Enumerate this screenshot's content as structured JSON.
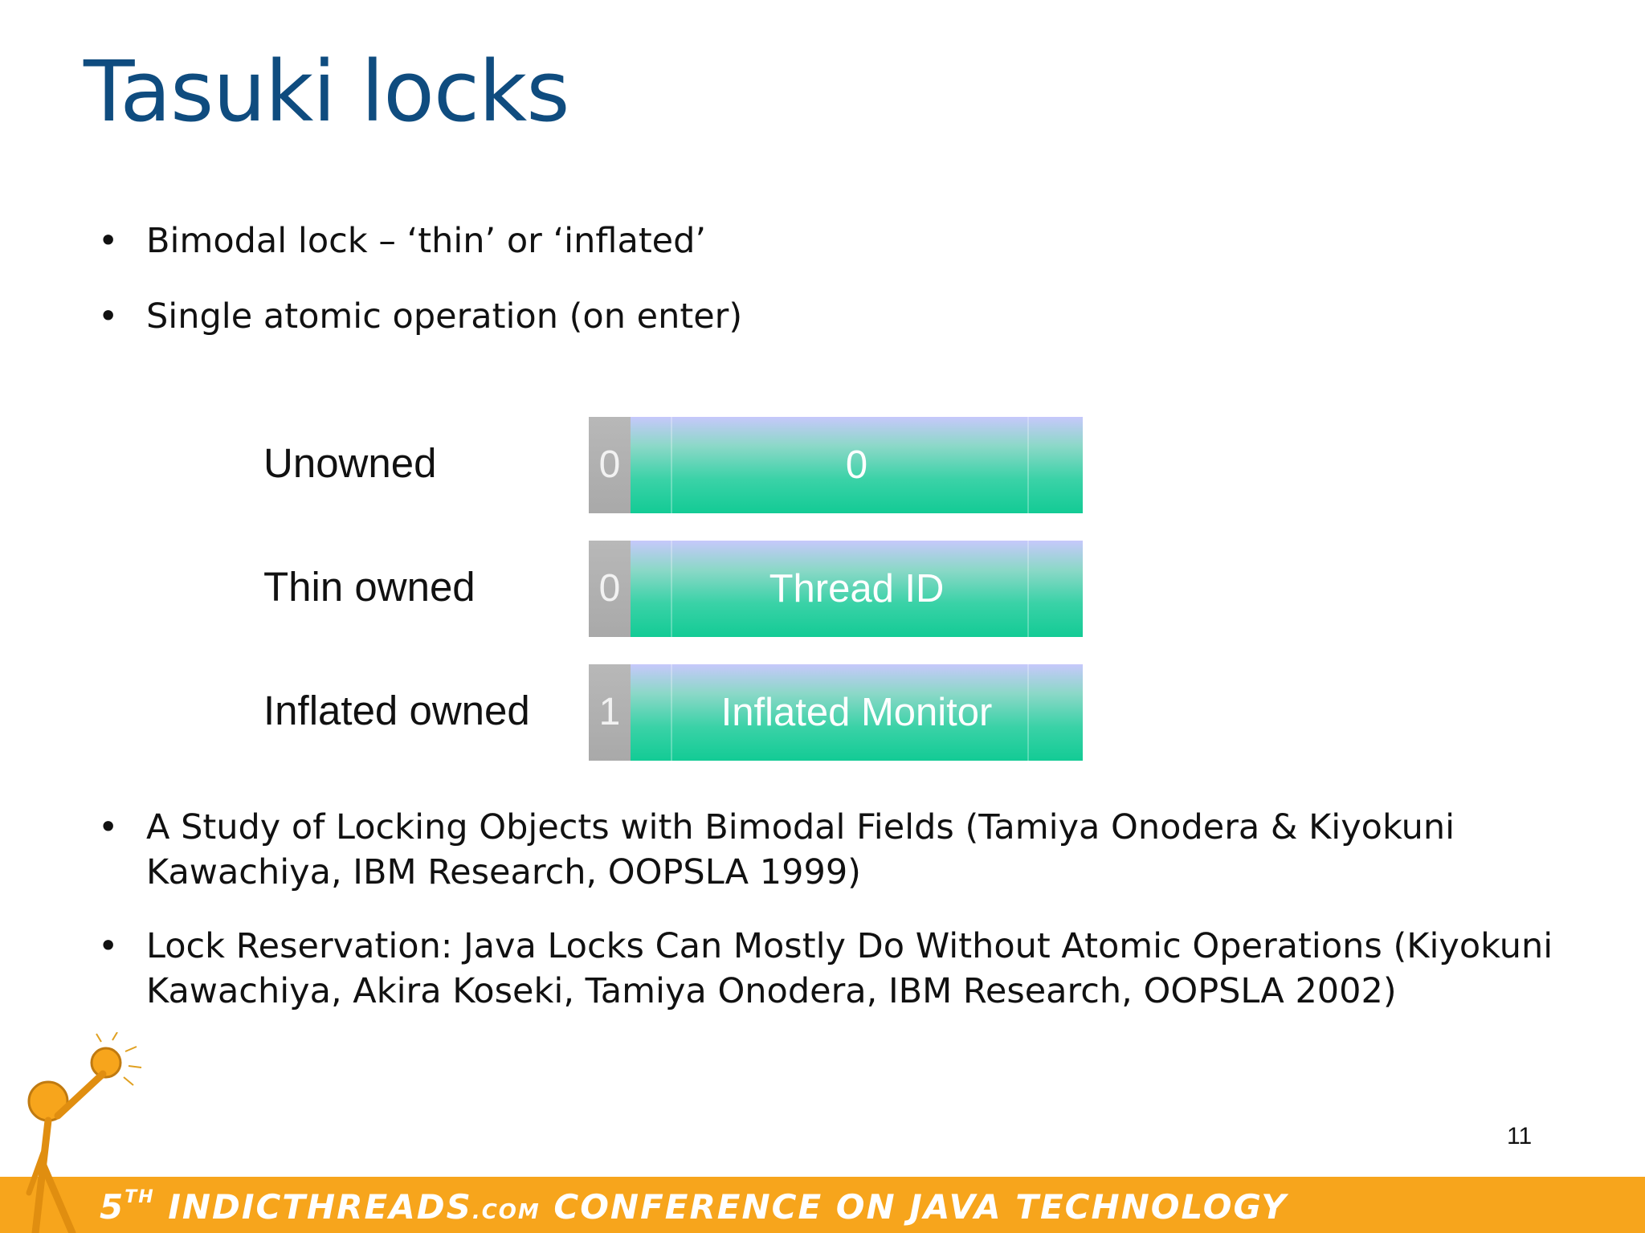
{
  "slide": {
    "title": "Tasuki locks",
    "bullets_top": [
      "Bimodal lock – ‘thin’ or ‘inflated’",
      "Single atomic operation (on enter)"
    ],
    "lock_states": [
      {
        "label": "Unowned",
        "bit": "0",
        "field": "0"
      },
      {
        "label": "Thin owned",
        "bit": "0",
        "field": "Thread ID"
      },
      {
        "label": "Inflated owned",
        "bit": "1",
        "field": "Inflated Monitor"
      }
    ],
    "bullets_bottom": [
      "A Study of Locking Objects with Bimodal Fields (Tamiya Onodera & Kiyokuni Kawachiya, IBM Research, OOPSLA 1999)",
      "Lock Reservation: Java Locks Can Mostly Do Without Atomic Operations (Kiyokuni Kawachiya, Akira Koseki, Tamiya Onodera, IBM Research, OOPSLA 2002)"
    ],
    "page_number": "11"
  },
  "footer": {
    "ordinal": "5",
    "ordinal_suffix": "TH",
    "site": "INDICTHREADS",
    "site_suffix": ".COM",
    "tagline": "CONFERENCE ON JAVA TECHNOLOGY"
  },
  "logo": {
    "icon": "stick-figure-lightbulb-icon"
  },
  "colors": {
    "title": "#0f4c7f",
    "footer_bar": "#f7a51c",
    "field_gradient_top": "#c6c8fb",
    "field_gradient_bottom": "#13cb95",
    "bit_cell": "#aeaeae"
  }
}
